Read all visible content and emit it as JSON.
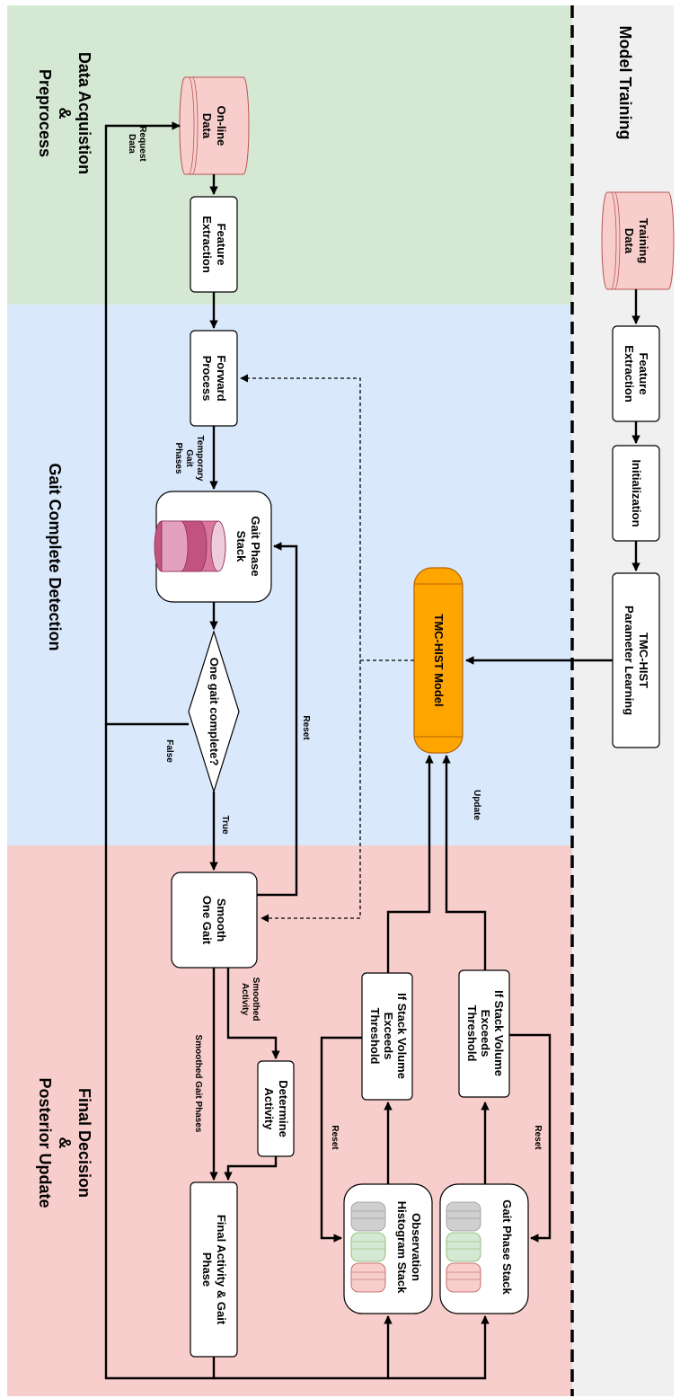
{
  "regions": {
    "model_training": "Model Training",
    "acquisition": [
      "Data Acquistion",
      "&",
      "Preprocess"
    ],
    "gait_detection": "Gait Complete Detection",
    "final_decision": [
      "Final Decision",
      "&",
      "Posterior Update"
    ]
  },
  "nodes": {
    "training_data": [
      "Training",
      "Data"
    ],
    "feature_extraction_train": [
      "Feature",
      "Extraction"
    ],
    "initialization": "Initialization",
    "param_learning": [
      "TMC-HIST",
      "Parameter Learning"
    ],
    "model": "TMC-HIST Model",
    "online_data": [
      "On-line",
      "Data"
    ],
    "feature_extraction": [
      "Feature",
      "Extraction"
    ],
    "forward_process": [
      "Forward",
      "Process"
    ],
    "gait_phase_stack": [
      "Gait Phase",
      "Stack"
    ],
    "decision": "One gait complete?",
    "smooth": [
      "Smooth",
      "One Gait"
    ],
    "determine_activity": [
      "Determine",
      "Activity"
    ],
    "final_output": [
      "Final Activity & Gait",
      "Phase"
    ],
    "threshold_obs": [
      "If Stack Volume",
      "Exceeds",
      "Threshold"
    ],
    "threshold_gait": [
      "If Stack Volume",
      "Exceeds",
      "Threshold"
    ],
    "obs_hist_stack": [
      "Observation",
      "Histogram Stack"
    ],
    "gait_phase_stack2": "Gait Phase Stack"
  },
  "edge_labels": {
    "request_data": [
      "Request",
      "Data"
    ],
    "temporary_gait_phases": [
      "Temporary",
      "Gait",
      "Phases"
    ],
    "reset_top": "Reset",
    "false": "False",
    "true": "True",
    "update": "Update",
    "smoothed_activity": [
      "Smoothed",
      "Activity"
    ],
    "smoothed_gait_phases": "Smoothed Gait Phases",
    "reset_obs": "Reset",
    "reset_gait": "Reset"
  },
  "colors": {
    "acquisition_bg": "#d5e8d4",
    "detection_bg": "#dae8fc",
    "final_bg": "#f8cecc",
    "training_bg": "#f0f0f0",
    "data_cylinder": "#f8cecc",
    "model_fill": "#ffa500",
    "pink_disk": "#d9779f",
    "green_disk": "#d5e8d4",
    "gray_disk": "#bfbfbf"
  }
}
